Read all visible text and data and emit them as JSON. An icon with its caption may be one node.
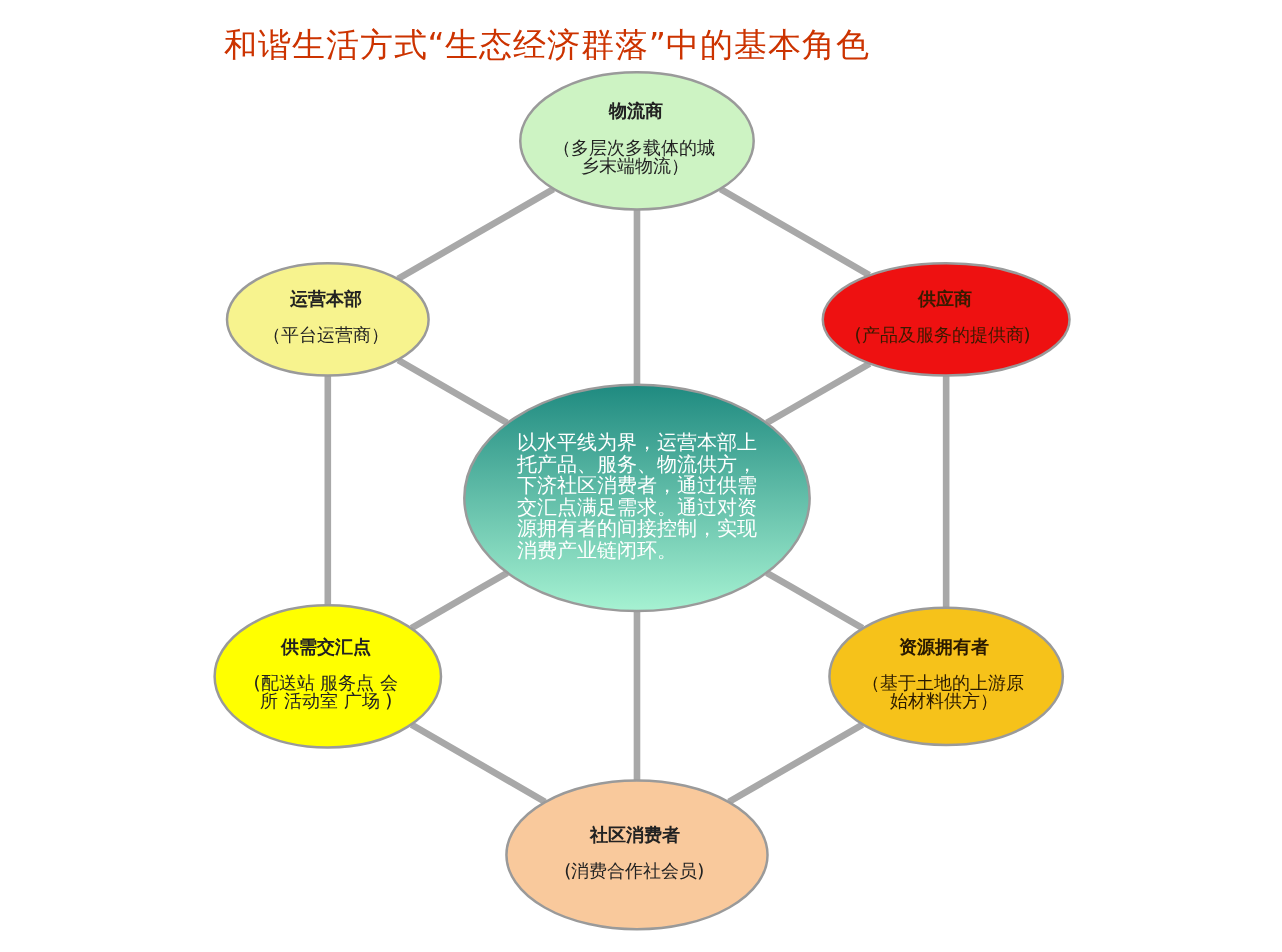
{
  "diagram": {
    "title": "和谐生活方式“生态经济群落”中的基本角色",
    "nodes": [
      {
        "text": [
          "物流商",
          "（多层次多载体的城乡末端物流）"
        ]
      },
      {
        "text": [
          "供应商",
          "(产品及服务的提供商)"
        ]
      },
      {
        "text": [
          "以水平线为界，运营本部上托产品、服务、物流供方，下济社区消费者，通过供需交汇点满足需求。通过对资源拥有者的间接控制，实现消费产业链闭环。"
        ]
      },
      {
        "text": [
          "资源拥有者",
          "（基于土地的上游原始材料供方）"
        ]
      },
      {
        "text": [
          "运营本部",
          "（平台运营商）"
        ]
      },
      {
        "text": [
          "供需交汇点",
          "(配送站 服务点 会所 活动室 广场 )"
        ]
      },
      {
        "text": [
          "社区消费者",
          "(消费合作社会员)"
        ]
      }
    ],
    "edges": [
      {
        "from": 2,
        "to": 0,
        "arrow": "none"
      },
      {
        "from": 2,
        "to": 1,
        "arrow": "none"
      },
      {
        "from": 2,
        "to": 3,
        "arrow": "none"
      },
      {
        "from": 2,
        "to": 6,
        "arrow": "none"
      },
      {
        "from": 2,
        "to": 5,
        "arrow": "none"
      },
      {
        "from": 2,
        "to": 4,
        "arrow": "none"
      },
      {
        "from": 0,
        "to": 1,
        "arrow": "none"
      },
      {
        "from": 1,
        "to": 3,
        "arrow": "none"
      },
      {
        "from": 3,
        "to": 6,
        "arrow": "none"
      },
      {
        "from": 6,
        "to": 5,
        "arrow": "none"
      },
      {
        "from": 5,
        "to": 4,
        "arrow": "none"
      },
      {
        "from": 4,
        "to": 0,
        "arrow": "none"
      }
    ]
  }
}
